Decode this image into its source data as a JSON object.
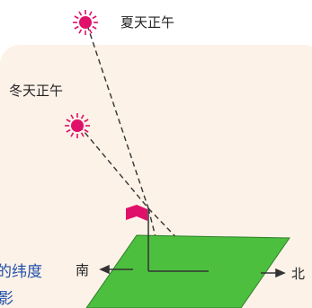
{
  "labels": {
    "summer_noon": "夏天正午",
    "winter_noon": "冬天正午",
    "south": "南",
    "north": "北",
    "cut_text_line1": "的纬度",
    "cut_text_line2": "影"
  },
  "colors": {
    "panel_bg": "#fcf2e8",
    "sun": "#e0106a",
    "flag": "#e0106a",
    "ground": "#4cbf3f",
    "shadow_line": "#333333",
    "text_blue": "#1f4fa8"
  },
  "icons": {
    "summer_sun": "sun-icon",
    "winter_sun": "sun-icon",
    "flag": "flag-icon",
    "arrow_south": "arrow-left-icon",
    "arrow_north": "arrow-right-icon"
  }
}
